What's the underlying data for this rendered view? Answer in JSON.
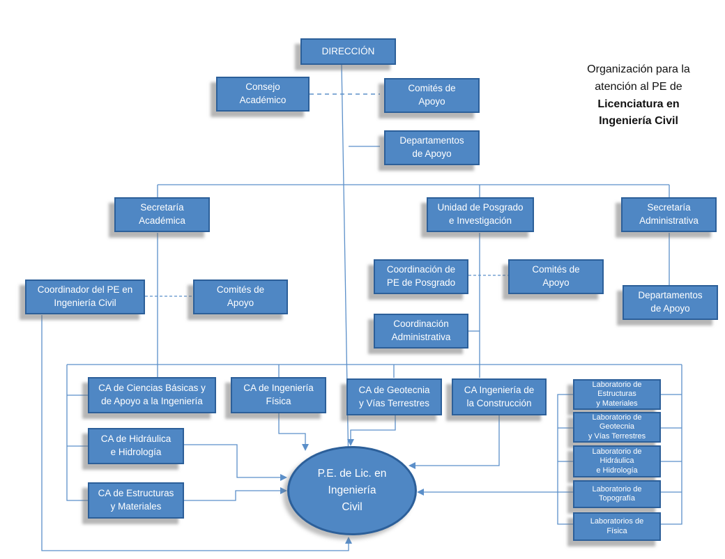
{
  "title": {
    "line1": "Organización para la",
    "line2": "atención al PE de",
    "bold1": "Licenciatura en",
    "bold2": "Ingeniería Civil"
  },
  "nodes": {
    "direccion": "DIRECCIÓN",
    "consejo": "Consejo\nAcadémico",
    "comites_top": "Comités de\nApoyo",
    "deptos_top": "Departamentos\nde Apoyo",
    "sec_academica": "Secretaría\nAcadémica",
    "unidad_posgrado": "Unidad de Posgrado\ne Investigación",
    "sec_administrativa": "Secretaría\nAdministrativa",
    "coordinador_pe": "Coordinador  del PE en\nIngeniería Civil",
    "comites_left": "Comités de\nApoyo",
    "coord_posgrado": "Coordinación de\nPE de Posgrado",
    "comites_right": "Comités de\nApoyo",
    "coord_admin": "Coordinación\nAdministrativa",
    "deptos_right": "Departamentos\nde Apoyo",
    "ca_ciencias": "CA de Ciencias Básicas y\nde Apoyo  a la Ingeniería",
    "ca_fisica": "CA de Ingeniería\nFísica",
    "ca_geotecnia": "CA de Geotecnia\ny Vías Terrestres",
    "ca_construccion": "CA Ingeniería de\nla Construcción",
    "ca_hidraulica": "CA de Hidráulica\ne Hidrología",
    "ca_estructuras": "CA de Estructuras\ny Materiales",
    "pe_center": "P.E. de Lic. en\nIngeniería\nCivil",
    "lab_estructuras": "Laboratorio de\nEstructuras\ny Materiales",
    "lab_geotecnia": "Laboratorio de\nGeotecnia\ny Vías Terrestres",
    "lab_hidraulica": "Laboratorio de\nHidráulica\ne Hidrología",
    "lab_topografia": "Laboratorio de\nTopografía",
    "lab_fisica": "Laboratorios de\nFísica"
  },
  "colors": {
    "box_fill": "#4f87c4",
    "box_border": "#2c5f99",
    "connector": "#5b8fc9"
  }
}
